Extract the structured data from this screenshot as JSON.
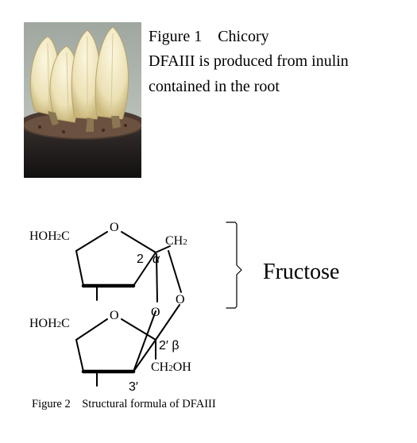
{
  "figure1": {
    "label": "Figure 1    Chicory",
    "line2": "DFAIII is produced from inulin",
    "line3": "contained in the root",
    "photo_icon": "chicory-plant-photo"
  },
  "structure": {
    "upper_ring": {
      "hoh2c": "HOH2C",
      "ring_o": "O",
      "ch2": "CH2",
      "anomeric_num": "2",
      "anomeric_sym": "α"
    },
    "bridge_o_left": "O",
    "bridge_o_right": "O",
    "lower_ring": {
      "hoh2c": "HOH2C",
      "ring_o": "O",
      "anomeric": "2′ β",
      "ch2oh": "CH2OH",
      "carbon3": "3′"
    },
    "bracket_label": "Fructose"
  },
  "figure2": {
    "caption": "Figure 2    Structural formula of DFAIII"
  }
}
